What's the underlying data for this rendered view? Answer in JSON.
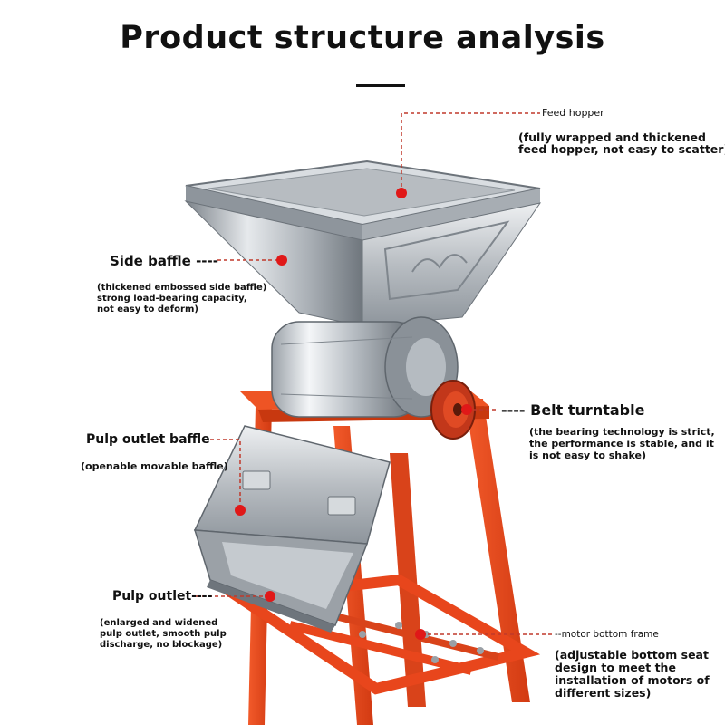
{
  "title": "Product structure analysis",
  "labels": {
    "feed_hopper": {
      "heading": "Feed hopper",
      "desc_line1": "(fully wrapped and thickened",
      "desc_line2": "feed hopper, not easy to scatter)"
    },
    "side_baffle": {
      "heading": "Side baffle ----",
      "desc_line1": "(thickened embossed side baffle)",
      "desc_line2": "strong load-bearing capacity,",
      "desc_line3": "not easy to deform)"
    },
    "belt_turntable": {
      "heading": "---- Belt turntable",
      "desc_line1": "(the bearing technology is strict,",
      "desc_line2": "the performance is stable, and it",
      "desc_line3": "is not easy to shake)"
    },
    "pulp_outlet_baffle": {
      "heading": "Pulp outlet baffle",
      "desc_line1": "(openable movable baffle)"
    },
    "pulp_outlet": {
      "heading": "Pulp outlet----",
      "desc_line1": "(enlarged and widened",
      "desc_line2": "pulp outlet, smooth pulp",
      "desc_line3": "discharge, no blockage)"
    },
    "motor_bottom_frame": {
      "heading": "--motor bottom frame",
      "desc_line1": "(adjustable bottom seat",
      "desc_line2": "design to meet the",
      "desc_line3": "installation of motors of",
      "desc_line4": "different sizes)"
    }
  },
  "colors": {
    "frame_orange": "#e8461c",
    "steel": "#c9cdd1",
    "marker_red": "#e01818",
    "leader_line": "#c0392b"
  }
}
